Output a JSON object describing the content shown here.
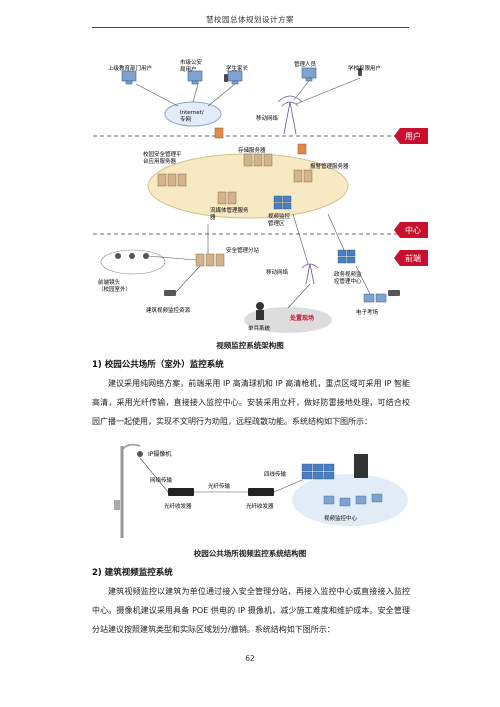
{
  "header": {
    "title": "慧校园总体规划设计方案"
  },
  "figure1": {
    "labels": {
      "superior": "上级教育部门用户",
      "police": "市级公安\n局用户",
      "parents": "学生家长",
      "admin": "管理人员",
      "school_leader": "学校权限用户",
      "internet": "Internet/\n专网",
      "mobile_net": "移动网络",
      "storage": "存储服务器",
      "platform": "校园安全管理平\n台应用服务器",
      "alarm": "报警管理服务器",
      "stream": "流媒体管理服务\n器",
      "video_mgmt": "视频监控\n管理区",
      "station": "安全管理分站",
      "mobile_net2": "移动网络",
      "front_camera": "前端镜头\n（校园室外）",
      "building": "建筑视频监控资源",
      "hall": "政务视频监\n控管理中心",
      "exam": "电子考场",
      "police_field": "处置现场",
      "soldier": "单兵系统",
      "zone_user": "用户",
      "zone_center": "中心",
      "zone_front": "前端"
    },
    "caption": "视频监控系统架构图"
  },
  "section1": {
    "title": "1)   校园公共场所（室外）监控系统",
    "paragraph": "建议采用纯网络方案，前端采用 IP 高清球机和 IP 高清枪机，重点区域可采用 IP 智能高清，采用光纤传输，直接接入监控中心。安装采用立杆，做好防雷接地处理，可结合校园广播一起使用，实现不文明行为劝阻，远程疏散功能。系统结构如下图所示："
  },
  "figure2": {
    "labels": {
      "ip_camera": "IP摄像机",
      "net_transfer": "网络传输",
      "fiber_transfer": "光纤传输",
      "switch": "四线传输",
      "transceiver1": "光纤收发器",
      "transceiver2": "光纤收发器",
      "center": "视频监控中心"
    },
    "caption": "校园公共场所视频监控系统结构图"
  },
  "section2": {
    "title": "2)   建筑视频监控系统",
    "paragraph": "建筑视频监控以建筑为单位通过接入安全管理分站，再接入监控中心或直接接入监控中心。摄像机建议采用具备 POE 供电的 IP 摄像机，减少施工难度和维护成本。安全管理分站建议按照建筑类型和实际区域划分/撤销。系统结构如下图所示："
  },
  "footer": {
    "page_number": "62"
  },
  "colors": {
    "zone_tag": "#c8102e",
    "cloud": "#f7e9c4",
    "dash": "#6b6b6b",
    "blue": "#4a7fc1"
  }
}
